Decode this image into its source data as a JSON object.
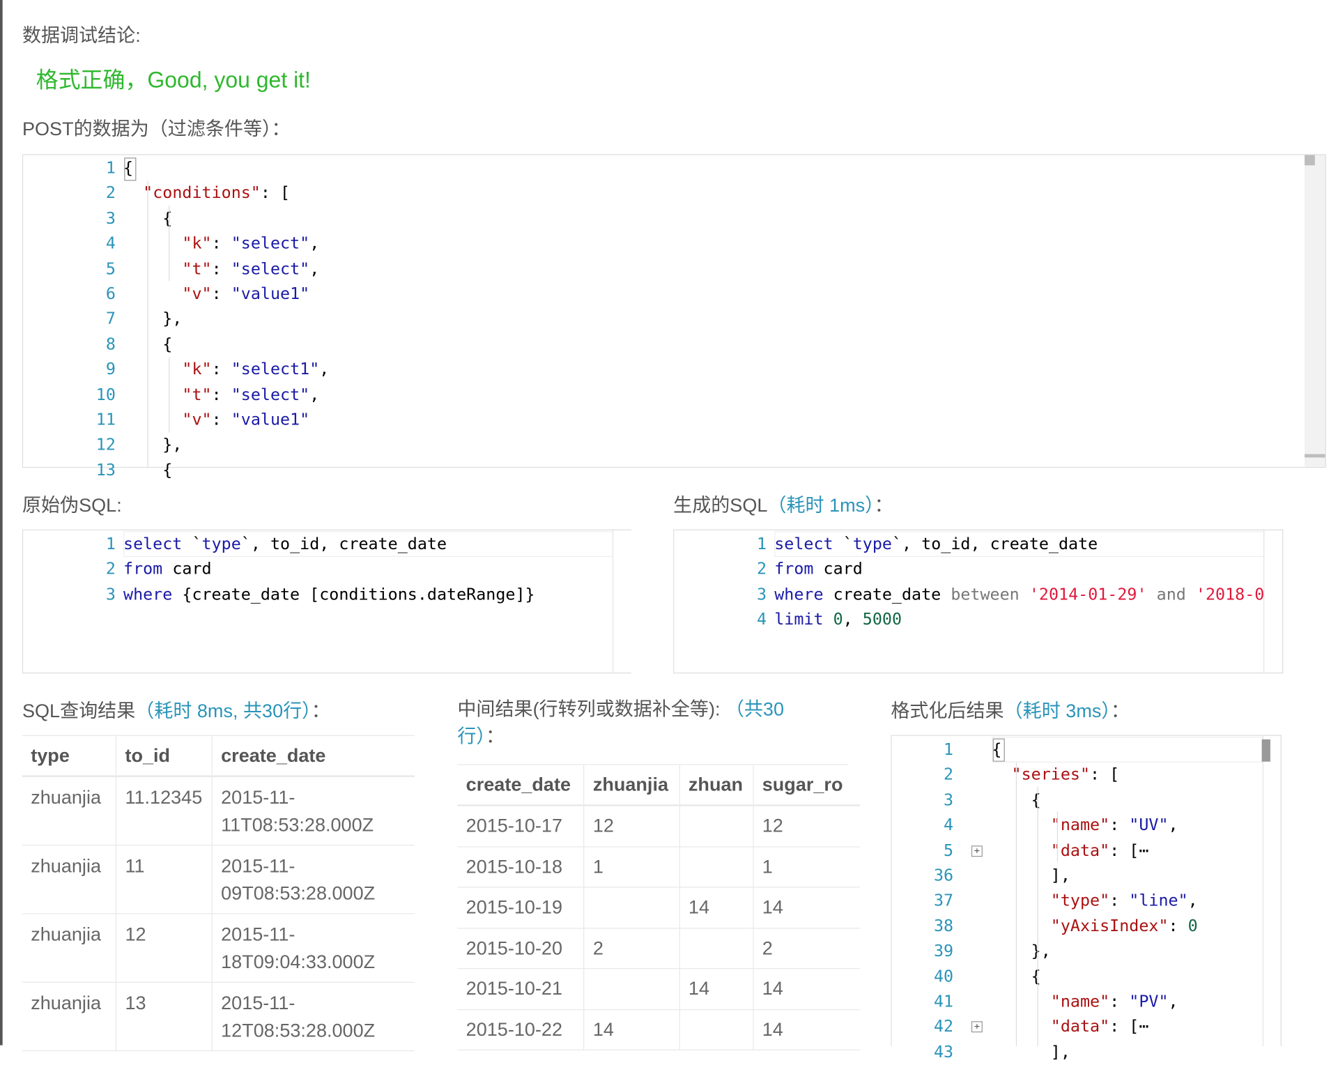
{
  "debug": {
    "title": "数据调试结论:",
    "result": "格式正确，Good, you get it!"
  },
  "post": {
    "label": "POST的数据为（过滤条件等）："
  },
  "post_editor": {
    "line_numbers": [
      "1",
      "2",
      "3",
      "4",
      "5",
      "6",
      "7",
      "8",
      "9",
      "10",
      "11",
      "12",
      "13"
    ],
    "lines": [
      "{",
      "  \"conditions\": [",
      "    {",
      "      \"k\": \"select\",",
      "      \"t\": \"select\",",
      "      \"v\": \"value1\"",
      "    },",
      "    {",
      "      \"k\": \"select1\",",
      "      \"t\": \"select\",",
      "      \"v\": \"value1\"",
      "    },",
      "    {"
    ]
  },
  "raw_sql": {
    "label": "原始伪SQL:",
    "line_numbers": [
      "1",
      "2",
      "3"
    ],
    "lines": [
      "select `type`, to_id, create_date",
      "from card",
      "where {create_date [conditions.dateRange]}"
    ]
  },
  "gen_sql": {
    "label": "生成的SQL",
    "timing": "（耗时 1ms）",
    "suffix": "：",
    "line_numbers": [
      "1",
      "2",
      "3",
      "4"
    ],
    "lines": [
      "select `type`, to_id, create_date",
      "from card",
      "where create_date between '2014-01-29' and '2018-0",
      "limit 0, 5000"
    ]
  },
  "sql_result": {
    "label": "SQL查询结果",
    "timing": "（耗时 8ms, 共30行）",
    "suffix": "：",
    "columns": [
      "type",
      "to_id",
      "create_date"
    ],
    "rows": [
      [
        "zhuanjia",
        "11.12345",
        "2015-11-\n11T08:53:28.000Z"
      ],
      [
        "zhuanjia",
        "11",
        "2015-11-\n09T08:53:28.000Z"
      ],
      [
        "zhuanjia",
        "12",
        "2015-11-\n18T09:04:33.000Z"
      ],
      [
        "zhuanjia",
        "13",
        "2015-11-\n12T08:53:28.000Z"
      ]
    ]
  },
  "middle_result": {
    "label": "中间结果(行转列或数据补全等):",
    "count": "（共30",
    "count2": "行）",
    "suffix": "：",
    "columns": [
      "create_date",
      "zhuanjia",
      "zhuan",
      "sugar_ro"
    ],
    "rows": [
      [
        "2015-10-17",
        "12",
        "",
        "12"
      ],
      [
        "2015-10-18",
        "1",
        "",
        "1"
      ],
      [
        "2015-10-19",
        "",
        "14",
        "14"
      ],
      [
        "2015-10-20",
        "2",
        "",
        "2"
      ],
      [
        "2015-10-21",
        "",
        "14",
        "14"
      ],
      [
        "2015-10-22",
        "14",
        "",
        "14"
      ]
    ]
  },
  "formatted": {
    "label": "格式化后结果",
    "timing": "（耗时 3ms）",
    "suffix": "：",
    "line_numbers": [
      "1",
      "2",
      "3",
      "4",
      "5",
      "36",
      "37",
      "38",
      "39",
      "40",
      "41",
      "42",
      "43"
    ],
    "lines": [
      "{",
      "  \"series\": [",
      "    {",
      "      \"name\": \"UV\",",
      "      \"data\": [⋯",
      "      ],",
      "      \"type\": \"line\",",
      "      \"yAxisIndex\": 0",
      "    },",
      "    {",
      "      \"name\": \"PV\",",
      "      \"data\": [⋯",
      "      ],"
    ],
    "fold_icon": "plus-box-icon"
  }
}
